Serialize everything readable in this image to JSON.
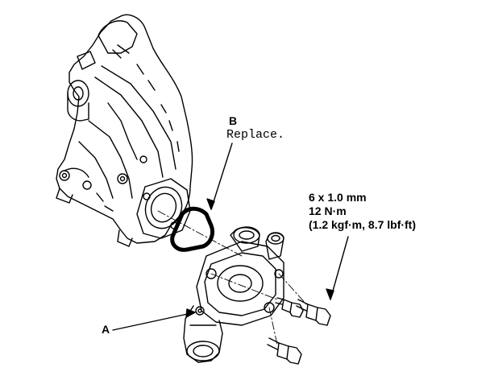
{
  "labels": {
    "b_letter": "B",
    "b_note": "Replace.",
    "a_letter": "A",
    "spec_size": "6 x 1.0 mm",
    "spec_torque_nm": "12 N·m",
    "spec_torque_alt": "(1.2 kgf·m, 8.7 lbf·ft)"
  },
  "colors": {
    "ink": "#000000",
    "background": "#ffffff"
  }
}
